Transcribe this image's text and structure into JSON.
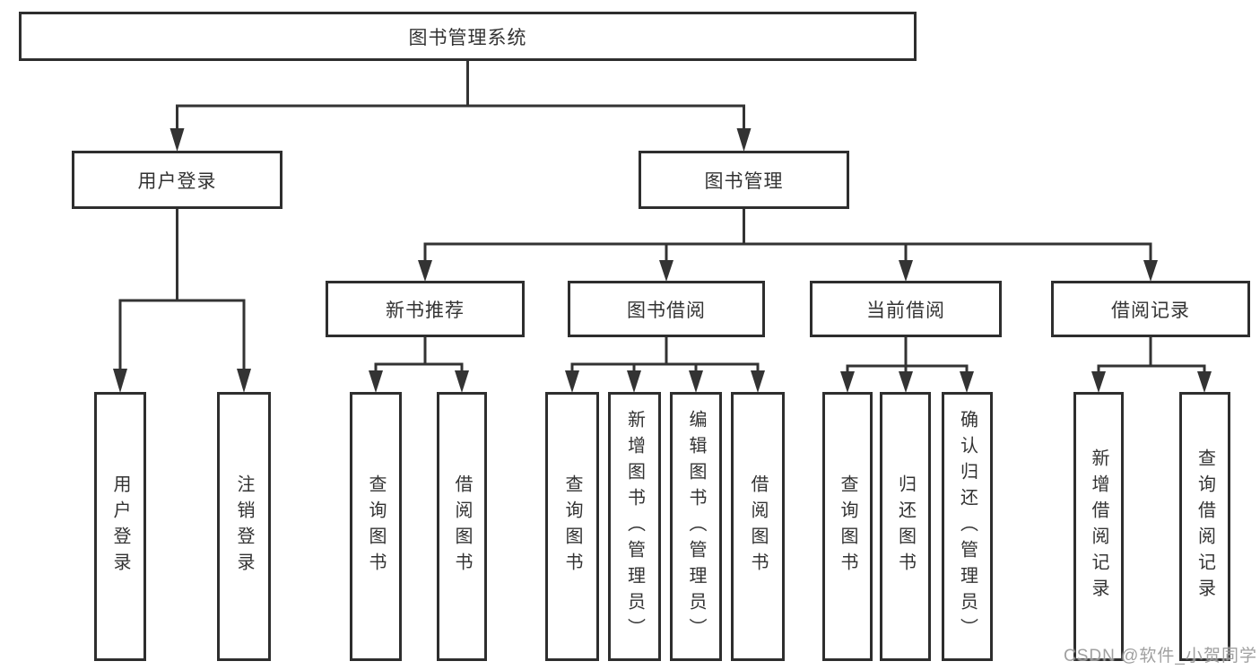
{
  "diagram": {
    "root": "图书管理系统",
    "branches": {
      "user": "用户登录",
      "book": "图书管理"
    },
    "modules": {
      "new_books": "新书推荐",
      "borrowing": "图书借阅",
      "current": "当前借阅",
      "records": "借阅记录"
    },
    "leaves": {
      "user": [
        "用户登录",
        "注销登录"
      ],
      "new_books": [
        "查询图书",
        "借阅图书"
      ],
      "borrowing": [
        "查询图书",
        "新增图书（管理员）",
        "编辑图书（管理员）",
        "借阅图书"
      ],
      "current": [
        "查询图书",
        "归还图书",
        "确认归还（管理员）"
      ],
      "records": [
        "新增借阅记录",
        "查询借阅记录"
      ]
    }
  },
  "watermark": "CSDN @软件_小贺同学",
  "colors": {
    "line": "#333333",
    "box_border": "#2e2e2e",
    "text": "#333333",
    "watermark": "#9b9b9b",
    "background": "#ffffff"
  }
}
